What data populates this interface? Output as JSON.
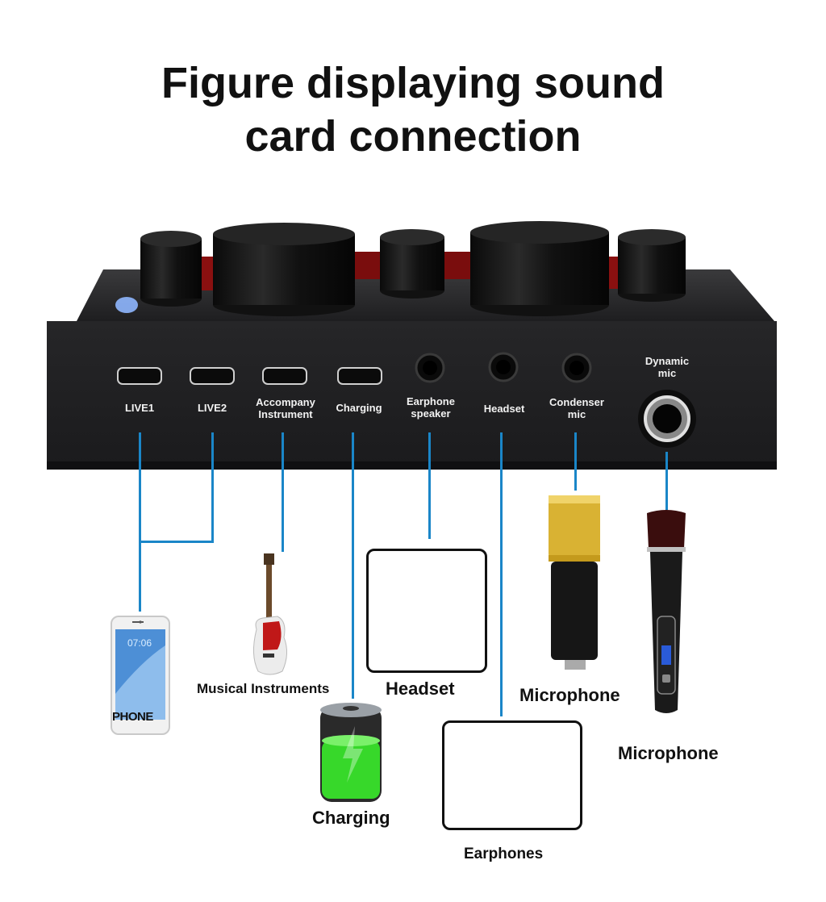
{
  "title": {
    "line1": "Figure displaying sound",
    "line2": "card connection"
  },
  "device": {
    "name": "sound card",
    "ports": [
      {
        "id": "live1",
        "label_line1": "LIVE1",
        "label_line2": "",
        "type": "micro-usb"
      },
      {
        "id": "live2",
        "label_line1": "LIVE2",
        "label_line2": "",
        "type": "micro-usb"
      },
      {
        "id": "accompany",
        "label_line1": "Accompany",
        "label_line2": "Instrument",
        "type": "micro-usb"
      },
      {
        "id": "charging",
        "label_line1": "Charging",
        "label_line2": "",
        "type": "micro-usb"
      },
      {
        "id": "earphone-speaker",
        "label_line1": "Earphone",
        "label_line2": "speaker",
        "type": "3.5mm-jack"
      },
      {
        "id": "headset",
        "label_line1": "Headset",
        "label_line2": "",
        "type": "3.5mm-jack"
      },
      {
        "id": "condenser-mic",
        "label_line1": "Condenser",
        "label_line2": "mic",
        "type": "3.5mm-jack"
      },
      {
        "id": "dynamic-mic",
        "label_line1": "Dynamic",
        "label_line2": "mic",
        "type": "6.35mm-jack"
      }
    ]
  },
  "peripherals": {
    "phone": {
      "caption": "PHONE",
      "screen_time": "07:06",
      "connected_to": [
        "LIVE1",
        "LIVE2"
      ]
    },
    "instrument": {
      "caption": "Musical Instruments",
      "connected_to": "Accompany Instrument"
    },
    "charging": {
      "caption": "Charging",
      "connected_to": "Charging"
    },
    "headset": {
      "caption": "Headset",
      "connected_to": "Earphone speaker"
    },
    "earphones": {
      "caption": "Earphones",
      "connected_to": "Headset"
    },
    "condenser_mic": {
      "caption": "Microphone",
      "connected_to": "Condenser mic"
    },
    "dynamic_mic": {
      "caption": "Microphone",
      "connected_to": "Dynamic mic"
    }
  },
  "colors": {
    "wire": "#1a86c8",
    "device_body": "#1c1c1e",
    "port_label": "#f2f2f2",
    "battery_green": "#37d82a",
    "mic_gold": "#d9b233"
  }
}
